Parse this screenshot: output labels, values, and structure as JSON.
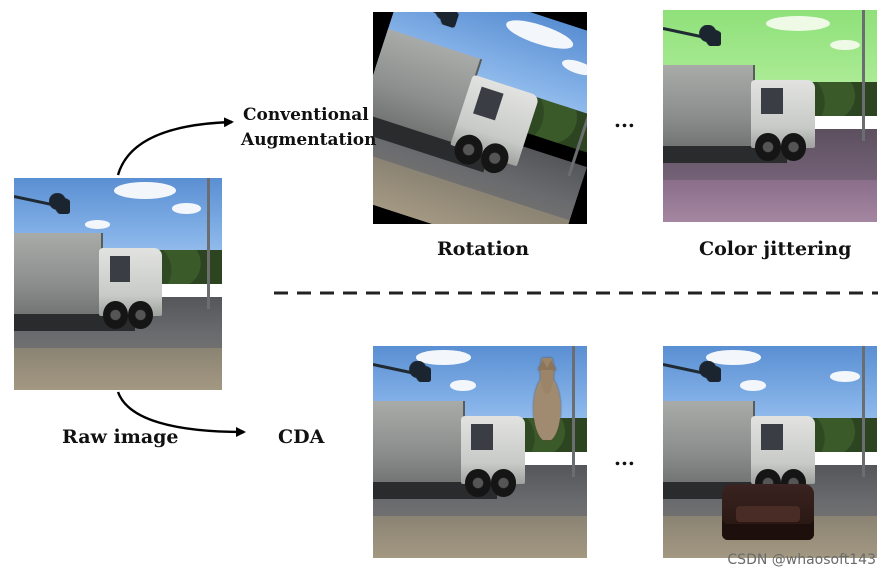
{
  "labels": {
    "conventional_line1": "Conventional",
    "conventional_line2": "Augmentation",
    "rotation": "Rotation",
    "color_jittering": "Color jittering",
    "raw_image": "Raw image",
    "cda": "CDA",
    "ellipsis_top": "...",
    "ellipsis_bottom": "..."
  },
  "watermark": "CSDN @whaosoft143",
  "colors": {
    "arrow": "#000000",
    "divider": "#222222",
    "text": "#111111"
  },
  "icons": {
    "raw_image": "truck-street-photo",
    "rotated": "rotated-truck-photo",
    "color_jittered": "green-tinted-truck-photo",
    "cda_cat": "cat-pasted-photo",
    "cda_sofa": "sofa-pasted-photo"
  }
}
